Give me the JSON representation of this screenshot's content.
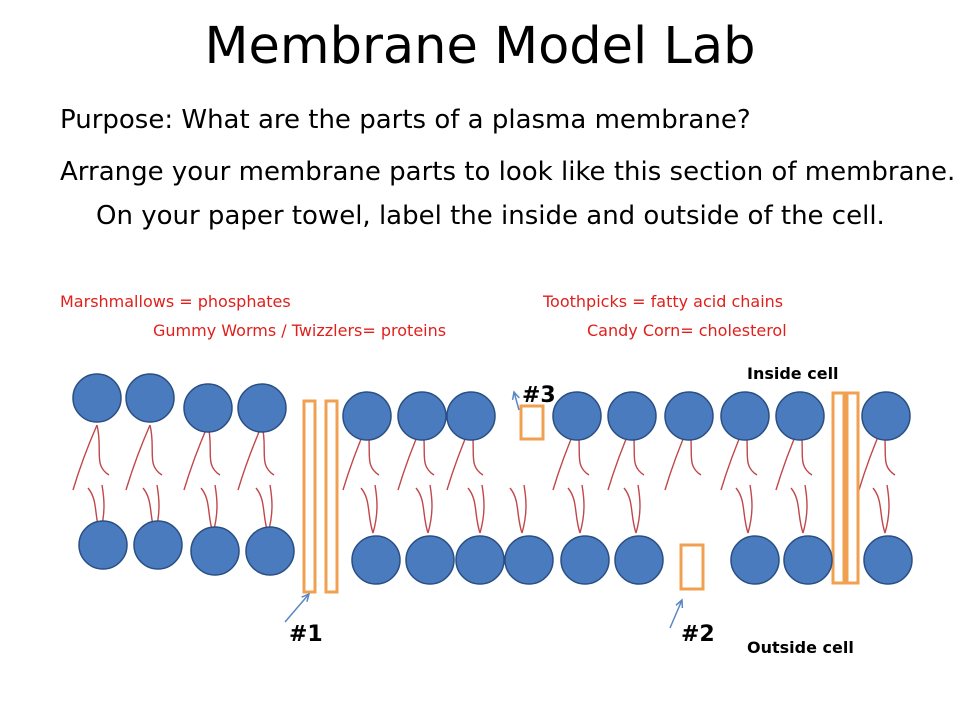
{
  "slide": {
    "title": "Membrane Model Lab",
    "purpose": "Purpose:  What are the parts of a plasma membrane?",
    "instructions": "Arrange your membrane parts to look like this section of membrane.  On your paper towel, label the inside and outside of the cell."
  },
  "key": {
    "marshmallows": "Marshmallows = phosphates",
    "toothpicks": "Toothpicks = fatty acid chains",
    "gummy": "Gummy Worms / Twizzlers= proteins",
    "candy_corn": "Candy Corn= cholesterol"
  },
  "labels": {
    "inside": "Inside cell",
    "outside": "Outside cell",
    "marker1": "#1",
    "marker2": "#2",
    "marker3": "#3"
  },
  "colors": {
    "phosphate_fill": "#4a7bbf",
    "phosphate_stroke": "#2a4f82",
    "tail": "#c0474a",
    "protein": "#f0a050",
    "arrow": "#5b86c6",
    "key_text": "#e0201c"
  }
}
